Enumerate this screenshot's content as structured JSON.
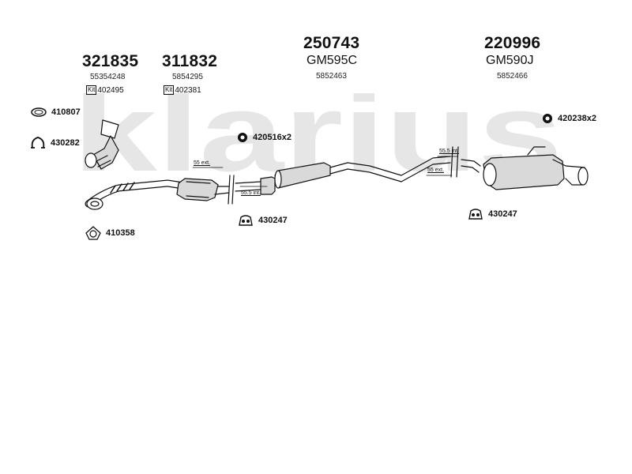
{
  "watermark": "klarius",
  "parts": [
    {
      "number": "321835",
      "oem": "55354248",
      "kit_label": "Kit",
      "kit": "402495"
    },
    {
      "number": "311832",
      "oem": "5854295",
      "kit_label": "Kit",
      "kit": "402381"
    },
    {
      "number": "250743",
      "code": "GM595C",
      "oem": "5852463"
    },
    {
      "number": "220996",
      "code": "GM590J",
      "oem": "5852466"
    }
  ],
  "accessories": [
    {
      "code": "410807",
      "icon": "clamp-ring-icon"
    },
    {
      "code": "430282",
      "icon": "mounting-strap-icon"
    },
    {
      "code": "410358",
      "icon": "flange-gasket-icon"
    },
    {
      "code": "420516x2",
      "icon": "nut-icon"
    },
    {
      "code": "430247",
      "icon": "rubber-hanger-icon"
    },
    {
      "code": "430247",
      "icon": "rubber-hanger-icon"
    },
    {
      "code": "420238x2",
      "icon": "nut-icon"
    }
  ],
  "dimensions": [
    "55 ext.",
    "55.5 int.",
    "55.5 int.",
    "55 ext."
  ],
  "colors": {
    "ink": "#111111",
    "watermark": "#e6e6e6",
    "part_fill": "#d9d9d9"
  }
}
